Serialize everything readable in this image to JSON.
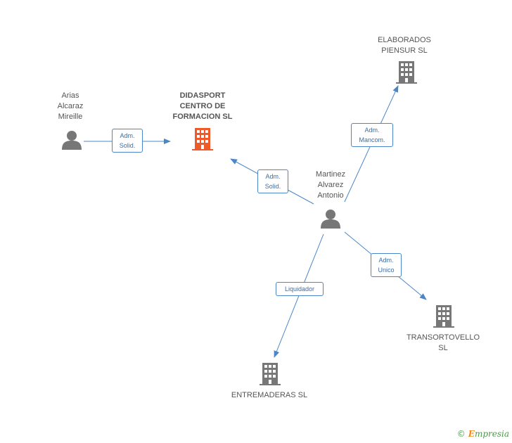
{
  "nodes": {
    "didasport": {
      "label": "DIDASPORT\nCENTRO DE\nFORMACION SL",
      "type": "company",
      "color": "#f05a28"
    },
    "arias": {
      "label": "Arias\nAlcaraz\nMireille",
      "type": "person"
    },
    "martinez": {
      "label": "Martinez\nAlvarez\nAntonio",
      "type": "person"
    },
    "elaborados": {
      "label": "ELABORADOS\nPIENSUR SL",
      "type": "company"
    },
    "transortovello": {
      "label": "TRANSORTOVELLO\nSL",
      "type": "company"
    },
    "entremaderas": {
      "label": "ENTREMADERAS SL",
      "type": "company"
    }
  },
  "edges": {
    "arias_didasport": "Adm.\nSolid.",
    "martinez_didasport": "Adm.\nSolid.",
    "martinez_elaborados": "Adm.\nMancom.",
    "martinez_transortovello": "Adm.\nUnico",
    "martinez_entremaderas": "Liquidador"
  },
  "colors": {
    "edge": "#4a86c8",
    "icon": "#777777",
    "highlight": "#f05a28"
  },
  "footer": {
    "copyright_symbol": "©",
    "brand_initial": "E",
    "brand_rest": "mpresia"
  }
}
